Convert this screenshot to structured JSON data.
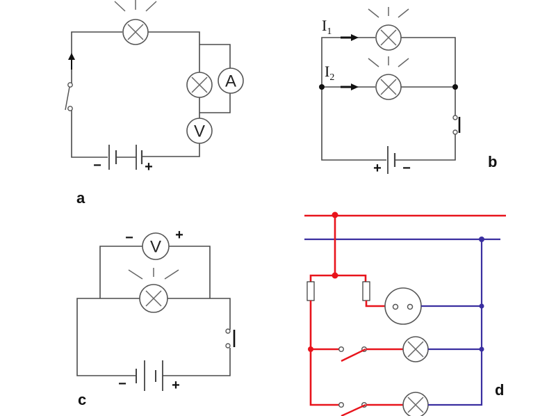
{
  "figure": {
    "panels": [
      {
        "id": "a",
        "label": "a",
        "description": "Series circuit: switch, lamp, lamp with ammeter in parallel, voltmeter in series, two-cell battery",
        "battery_signs": {
          "negative": "−",
          "positive": "+"
        },
        "meters": [
          {
            "type": "ammeter",
            "symbol": "A"
          },
          {
            "type": "voltmeter",
            "symbol": "V"
          }
        ]
      },
      {
        "id": "b",
        "label": "b",
        "description": "Two lamps in parallel with currents I1 and I2, closed switch, single cell battery",
        "currents": [
          {
            "symbol": "I",
            "subscript": "1"
          },
          {
            "symbol": "I",
            "subscript": "2"
          }
        ],
        "battery_signs": {
          "positive": "+",
          "negative": "−"
        }
      },
      {
        "id": "c",
        "label": "c",
        "description": "Lamp with voltmeter in parallel, closed switch, two-cell battery",
        "voltmeter": {
          "symbol": "V",
          "negative": "−",
          "positive": "+"
        },
        "battery_signs": {
          "negative": "−",
          "positive": "+"
        }
      },
      {
        "id": "d",
        "label": "d",
        "description": "Household wiring: phase (red) and neutral (blue) lines, fuses, socket, two switched lamps",
        "colors": {
          "phase": "#e8141c",
          "neutral": "#3a2fa0"
        }
      }
    ]
  }
}
